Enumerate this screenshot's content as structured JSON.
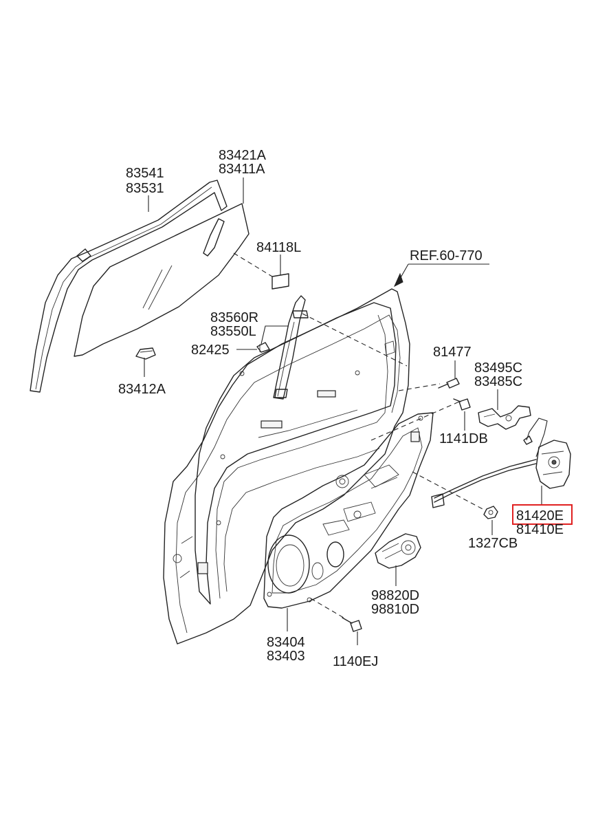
{
  "labels": {
    "p83541": "83541",
    "p83531": "83531",
    "p83421a": "83421A",
    "p83411a": "83411A",
    "p84118l": "84118L",
    "ref": "REF.60-770",
    "p83560r": "83560R",
    "p83550l": "83550L",
    "p82425": "82425",
    "p83412a": "83412A",
    "p81477": "81477",
    "p83495c": "83495C",
    "p83485c": "83485C",
    "p1141db": "1141DB",
    "p81420e": "81420E",
    "p81410e": "81410E",
    "p1327cb": "1327CB",
    "p98820d": "98820D",
    "p98810d": "98810D",
    "p83404": "83404",
    "p83403": "83403",
    "p1140ej": "1140EJ"
  },
  "highlight_color": "#e02020"
}
